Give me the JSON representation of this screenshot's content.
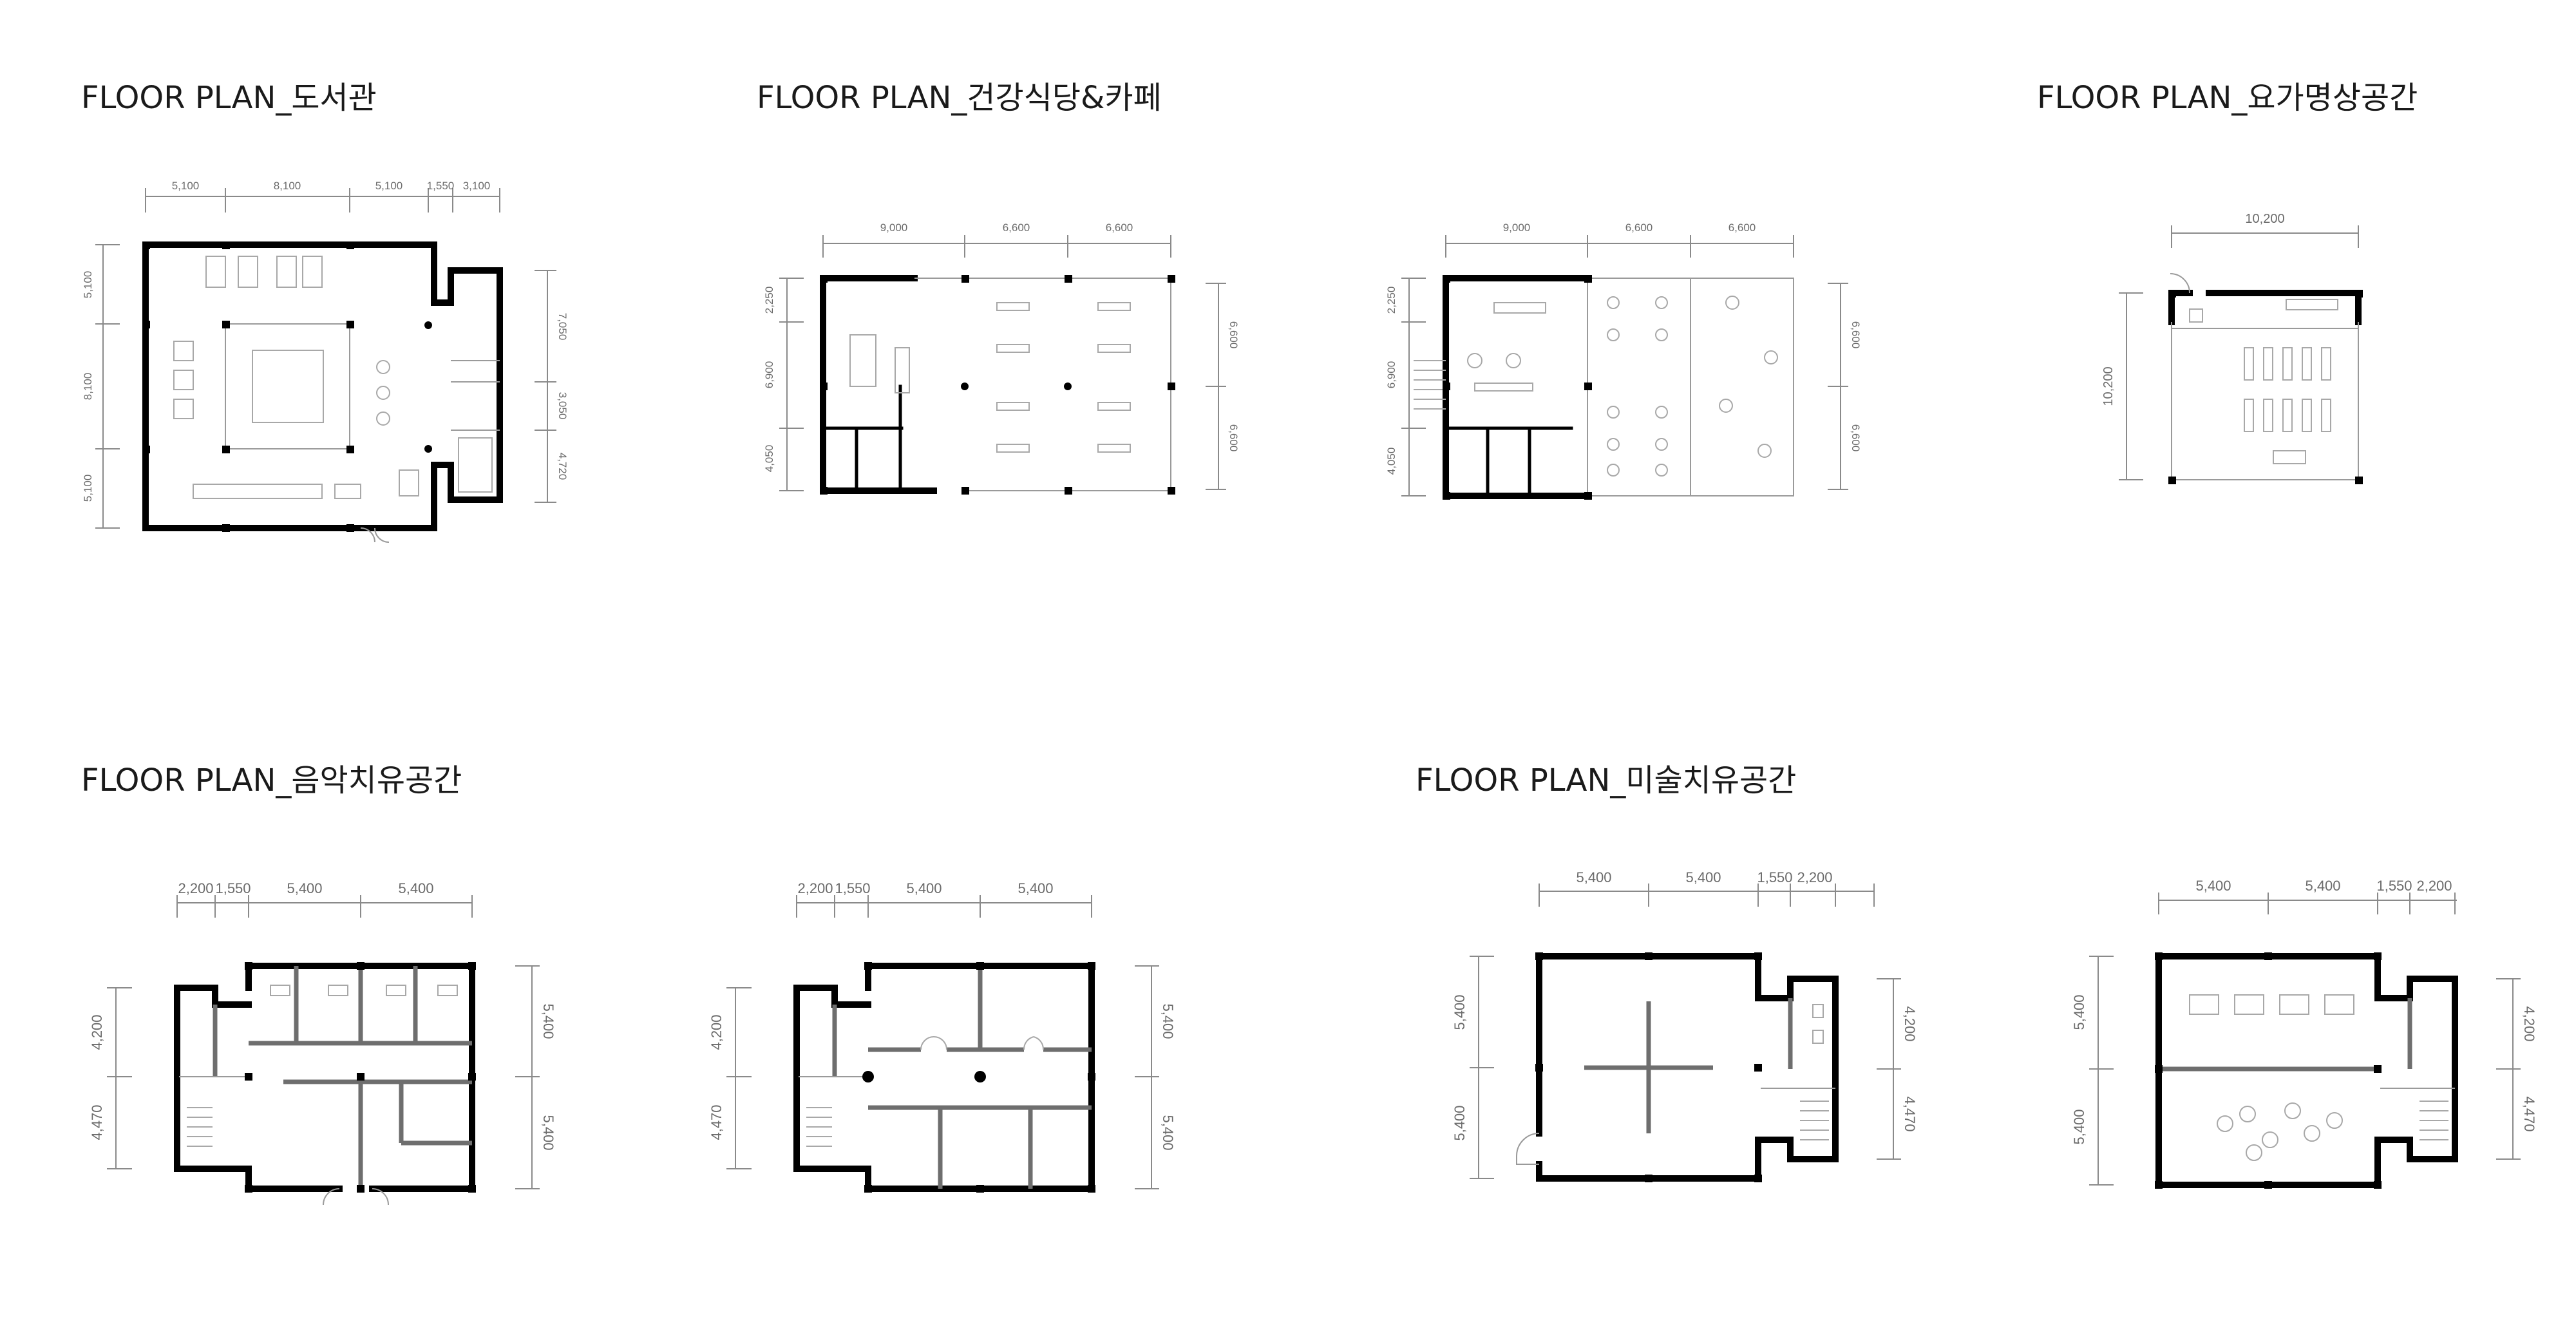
{
  "titles": {
    "library": "FLOOR PLAN_도서관",
    "cafe": "FLOOR PLAN_건강식당&카페",
    "yoga": "FLOOR PLAN_요가명상공간",
    "music": "FLOOR PLAN_음악치유공간",
    "art": "FLOOR PLAN_미술치유공간"
  },
  "library": {
    "top_dims": [
      "5,100",
      "8,100",
      "5,100",
      "1,550",
      "3,100"
    ],
    "left_dims": [
      "5,100",
      "8,100",
      "5,100"
    ],
    "right_dims": [
      "7,050",
      "3,050",
      "4,720"
    ]
  },
  "cafe_a": {
    "top_dims": [
      "9,000",
      "6,600",
      "6,600"
    ],
    "left_dims": [
      "2,250",
      "6,900",
      "4,050"
    ],
    "right_dims": [
      "6,600",
      "6,600"
    ]
  },
  "cafe_b": {
    "top_dims": [
      "9,000",
      "6,600",
      "6,600"
    ],
    "left_dims": [
      "2,250",
      "6,900",
      "4,050"
    ],
    "right_dims": [
      "6,600",
      "6,600"
    ]
  },
  "yoga": {
    "top_dims": [
      "10,200"
    ],
    "left_dims": [
      "10,200"
    ]
  },
  "music_a": {
    "top_dims": [
      "2,200",
      "1,550",
      "5,400",
      "5,400"
    ],
    "left_dims": [
      "4,200",
      "4,470"
    ],
    "right_dims": [
      "5,400",
      "5,400"
    ]
  },
  "music_b": {
    "top_dims": [
      "2,200",
      "1,550",
      "5,400",
      "5,400"
    ],
    "left_dims": [
      "4,200",
      "4,470"
    ],
    "right_dims": [
      "5,400",
      "5,400"
    ]
  },
  "art_a": {
    "top_dims": [
      "5,400",
      "5,400",
      "1,550",
      "2,200"
    ],
    "left_dims": [
      "5,400",
      "5,400"
    ],
    "right_dims": [
      "4,200",
      "4,470"
    ]
  },
  "art_b": {
    "top_dims": [
      "5,400",
      "5,400",
      "1,550",
      "2,200"
    ],
    "left_dims": [
      "5,400",
      "5,400"
    ],
    "right_dims": [
      "4,200",
      "4,470"
    ]
  }
}
